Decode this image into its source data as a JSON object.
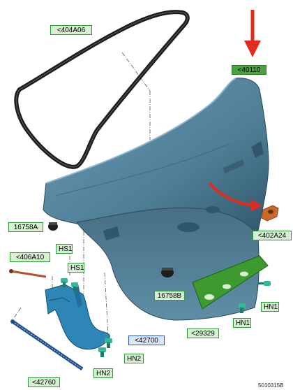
{
  "callouts": {
    "seal": "<404A06",
    "lid": "<40110",
    "bumper_left": "16758A",
    "bumper_right": "16758B",
    "rod": "<406A10",
    "hs1_a": "HS1",
    "hs1_b": "HS1",
    "nameplate": "<402A24",
    "hinge": "<42700",
    "hn2_a": "HN2",
    "hn2_b": "HN2",
    "hn1_a": "HN1",
    "hn1_b": "HN1",
    "pad": "<29329",
    "spring": "<42760"
  },
  "figure_number": "5010315B",
  "colors": {
    "panel": "#5b8fa8",
    "panel_dark": "#3e6a80",
    "seal": "#1c1c1c",
    "arrow": "#e02b20",
    "hinge": "#2d86b5",
    "fastener": "#35b89a",
    "pad": "#3d9a2f",
    "nameplate": "#c8692a",
    "callout_green": "#2e9b3a",
    "callout_blue": "#2d55b8"
  }
}
